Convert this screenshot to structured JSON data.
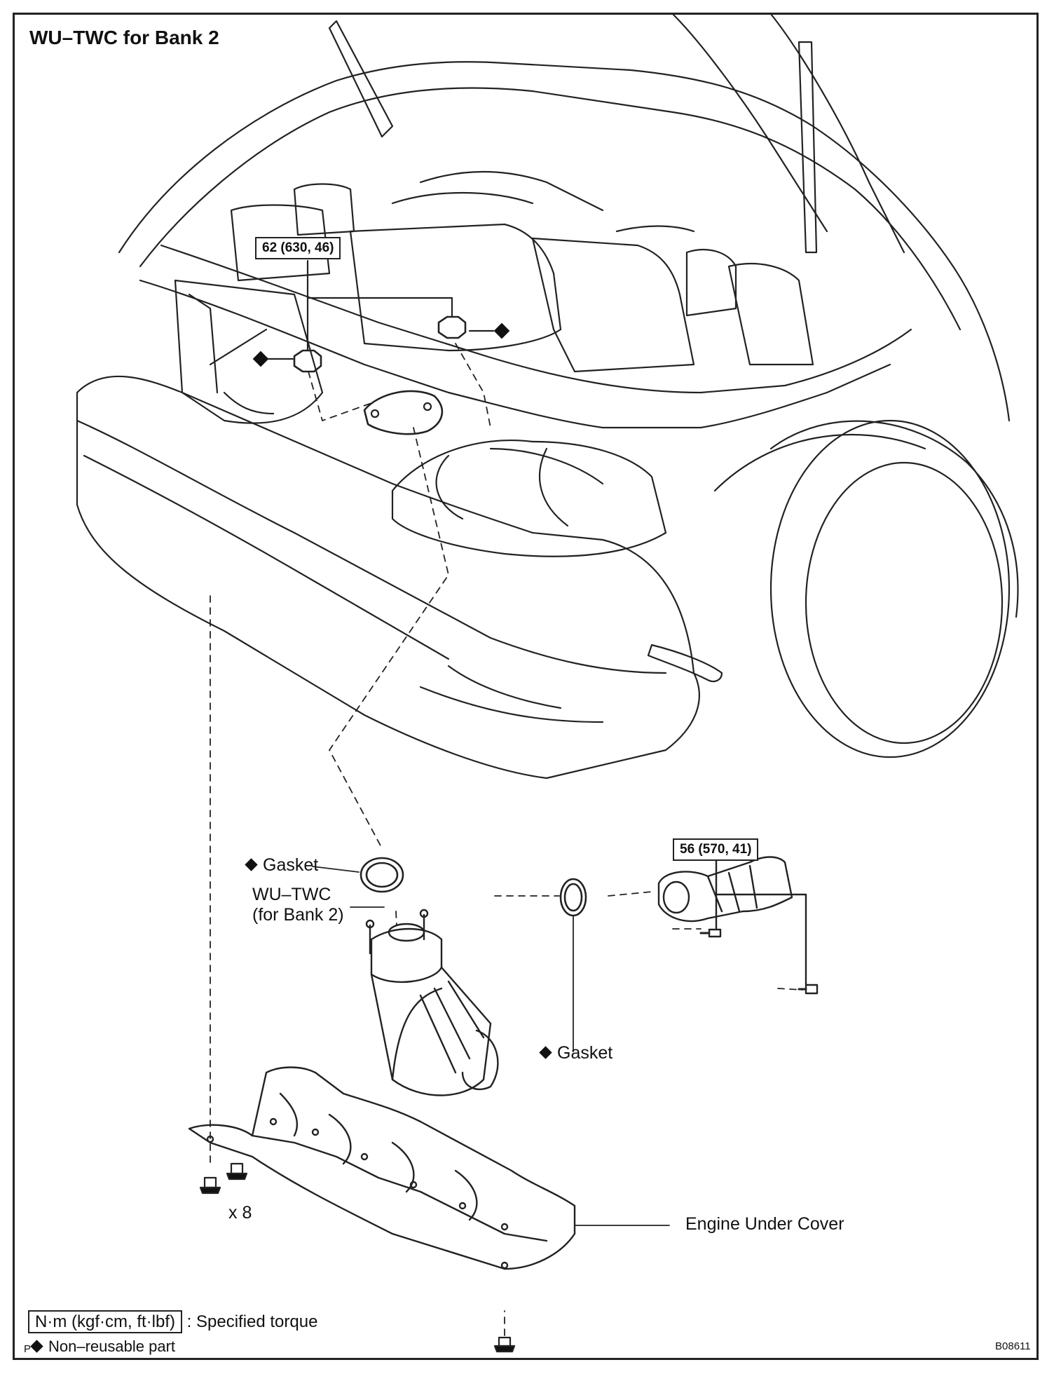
{
  "title": "WU–TWC for Bank 2",
  "torque_specs": [
    {
      "id": "manifold_nuts",
      "text": "62 (630, 46)"
    },
    {
      "id": "pipe_bolts",
      "text": "56 (570, 41)"
    }
  ],
  "parts": {
    "gasket_upper": "Gasket",
    "gasket_lower": "Gasket",
    "wu_twc_line1": "WU–TWC",
    "wu_twc_line2": "(for Bank 2)",
    "engine_under_cover": "Engine Under Cover",
    "bolt_count": "x 8"
  },
  "legend": {
    "torque_unit": "N·m (kgf·cm, ft·lbf)",
    "torque_desc": ": Specified torque",
    "non_reusable": "Non–reusable part",
    "corner_mark": "P"
  },
  "figure_code": "B08611",
  "colors": {
    "line": "#222222",
    "background": "#ffffff"
  }
}
